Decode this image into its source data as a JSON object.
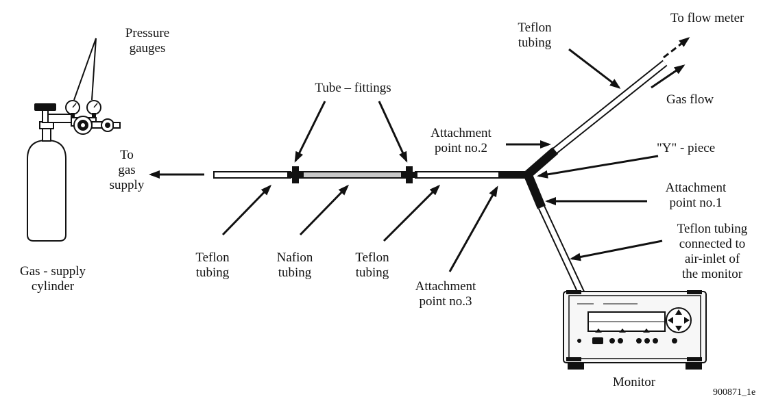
{
  "labels": {
    "pressure_gauges": [
      "Pressure",
      "gauges"
    ],
    "tube_fittings": "Tube – fittings",
    "to_gas_supply": [
      "To",
      "gas",
      "supply"
    ],
    "teflon_tubing_1": [
      "Teflon",
      "tubing"
    ],
    "nafion_tubing": [
      "Nafion",
      "tubing"
    ],
    "teflon_tubing_2": [
      "Teflon",
      "tubing"
    ],
    "attachment_point_3": [
      "Attachment",
      "point no.3"
    ],
    "attachment_point_2": [
      "Attachment",
      "point no.2"
    ],
    "teflon_tubing_top": [
      "Teflon",
      "tubing"
    ],
    "to_flow_meter": "To flow meter",
    "gas_flow": "Gas flow",
    "y_piece": "\"Y\" - piece",
    "attachment_point_1": [
      "Attachment",
      "point no.1"
    ],
    "teflon_tubing_monitor": [
      "Teflon tubing",
      "connected to",
      "air-inlet of",
      "the monitor"
    ],
    "gas_supply_cylinder": [
      "Gas - supply",
      "cylinder"
    ],
    "monitor": "Monitor",
    "figure_id": "900871_1e"
  },
  "colors": {
    "ink": "#111111",
    "nafion_fill": "#c8c8c8",
    "device_fill": "#f7f7f7"
  }
}
